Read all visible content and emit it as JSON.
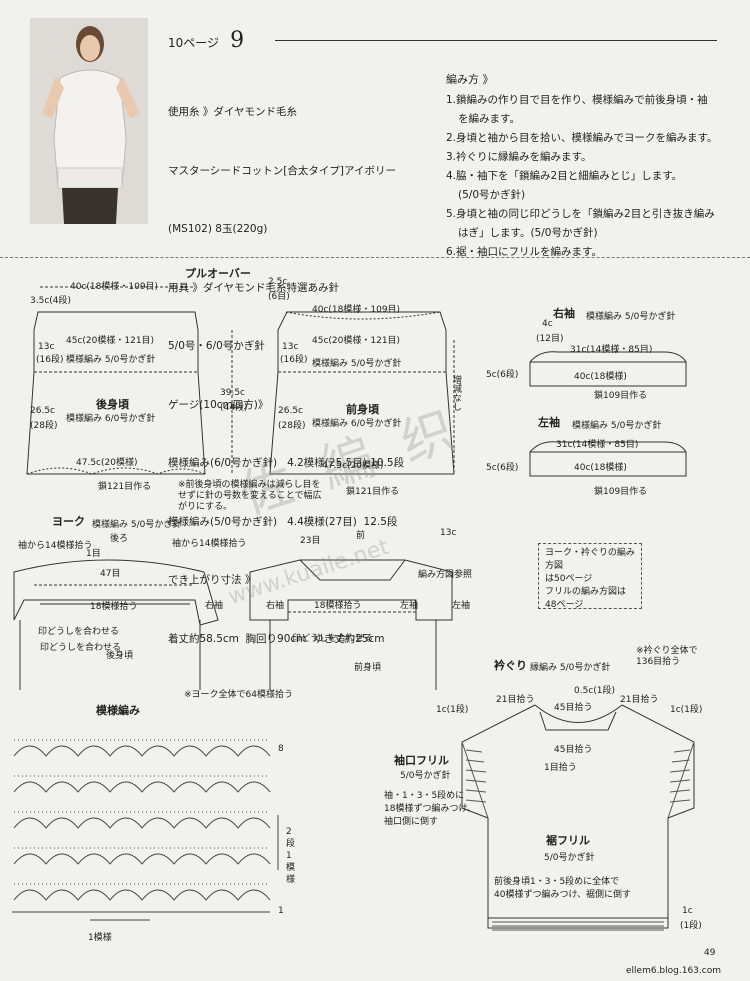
{
  "header": {
    "page_ref": "10ページ",
    "pattern_no": "9"
  },
  "materials": [
    "使用糸 》ダイヤモンド毛糸",
    "マスターシードコットン[合太タイプ]アイボリー",
    "(MS102) 8玉(220g)",
    "用具 》ダイヤモンド毛糸特選あみ針",
    "5/0号・6/0号かぎ針",
    "ゲージ(10cm四方)》",
    "模様編み(6/0号かぎ針)   4.2模様(25.5目) 10.5段",
    "模様編み(5/0号かぎ針)   4.4模様(27目)  12.5段",
    "でき上がり寸法 》",
    "着丈約58.5cm  胸回り90cm  ゆき丈約25cm"
  ],
  "method": {
    "heading": "編み方 》",
    "steps": [
      "1.鎖編みの作り目で目を作り、模様編みで前後身頃・袖",
      "を編みます。",
      "2.身頃と袖から目を拾い、模様編みでヨークを編みます。",
      "3.衿ぐりに縁編みを編みます。",
      "4.脇・袖下を「鎖編み2目と細編みとじ」します。",
      "(5/0号かぎ針)",
      "5.身頃と袖の同じ印どうしを「鎖編み2目と引き抜き編み",
      "はぎ」します。(5/0号かぎ針)",
      "6.裾・袖口にフリルを編みます。"
    ]
  },
  "pullover": {
    "title": "プルオーバー",
    "back": {
      "top_width": "40c(18模様・109目)",
      "shoulder": "3.5c(4段)",
      "yoke_top": "45c(20模様・121目)",
      "upper_h": "13c",
      "upper_rows": "(16段)",
      "upper_stitch": "模様編み 5/0号かぎ針",
      "name": "後身頃",
      "stitch": "模様編み 6/0号かぎ針",
      "lower_h": "26.5c",
      "lower_rows": "(28段)",
      "hem": "47.5c(20模様)",
      "chain": "鎖121目作る"
    },
    "total_h": "39.5c",
    "total_rows": "(44段)",
    "front": {
      "top_width": "40c(18模様・109目)",
      "dim": "2.5c",
      "dim_rows": "(6目)",
      "yoke_top": "45c(20模様・121目)",
      "upper_h": "13c",
      "upper_rows": "(16段)",
      "upper_stitch": "模様編み 5/0号かぎ針",
      "name": "前身頃",
      "stitch": "模様編み 6/0号かぎ針",
      "lower_h": "26.5c",
      "lower_rows": "(28段)",
      "hem": "47.5c(20模様)",
      "chain": "鎖121目作る",
      "side": "増減なし"
    },
    "note": "※前後身頃の模様編みは減らし目をせずに針の号数を変えることで幅広がりにする。"
  },
  "sleeves": {
    "right": {
      "name": "右袖",
      "stitch": "模様編み 5/0号かぎ針",
      "dim": "4c",
      "dim_rows": "(12目)",
      "top": "31c(14模様・85目)",
      "height": "5c(6段)",
      "bottom": "40c(18模様)",
      "chain": "鎖109目作る"
    },
    "left": {
      "name": "左袖",
      "stitch": "模様編み 5/0号かぎ針",
      "top": "31c(14模様・85目)",
      "height": "5c(6段)",
      "bottom": "40c(18模様)",
      "chain": "鎖109目作る"
    }
  },
  "yoke": {
    "title": "ヨーク",
    "stitch": "模様編み 5/0号かぎ針",
    "back_label": "後ろ",
    "pick_back": "袖から14模様拾う",
    "one_st": "1目",
    "sts47": "47目",
    "pick_front": "袖から14模様拾う",
    "sts23": "23目",
    "front_label": "前",
    "sts13": "13c",
    "ref": "編み方図参照",
    "pick18": "18模様拾う",
    "right_sleeve": "右袖",
    "left_sleeve": "左袖",
    "right_sleeve2": "右袖",
    "left_sleeve2": "左袖",
    "mark1": "印どうしを合わせる",
    "mark2": "印どうしを合わせる",
    "back_body": "後身頃",
    "front_body": "前身頃",
    "note": "※ヨーク全体で64模様拾う"
  },
  "notes_box": [
    "ヨーク・衿ぐりの編み方図",
    "は50ページ",
    "フリルの編み方図は",
    "48ページ"
  ],
  "pattern": {
    "title": "模様編み",
    "rep": "1模様",
    "two_rows": "2段1模様",
    "rows_top": "8",
    "row1": "1"
  },
  "neckline": {
    "title": "衿ぐり",
    "stitch": "縁編み 5/0号かぎ針",
    "total": "※衿ぐり全体で136目拾う",
    "pick21_l": "21目拾う",
    "pick21_r": "21目拾う",
    "top": "0.5c(1段)",
    "pick45": "45目拾う",
    "pick45b": "45目拾う",
    "one_pick": "1目拾う",
    "sleeve_l": "1c(1段)",
    "sleeve_r": "1c(1段)"
  },
  "sleeve_frill": {
    "title": "袖口フリル",
    "hook": "5/0号かぎ針",
    "desc1": "袖・1・3・5段めに",
    "desc2": "18模様ずつ編みつけ、",
    "desc3": "袖口側に倒す"
  },
  "hem_frill": {
    "title": "裾フリル",
    "hook": "5/0号かぎ針",
    "desc1": "前後身頃1・3・5段めに全体で",
    "desc2": "40模様ずつ編みつけ、裾側に倒す",
    "side": "1c",
    "side_rows": "(1段)"
  },
  "footer": {
    "page_number": "49",
    "blog": "ellem6.blog.163.com"
  },
  "watermark": {
    "main": "佐 編 织",
    "url": "www.kuaile.net"
  }
}
